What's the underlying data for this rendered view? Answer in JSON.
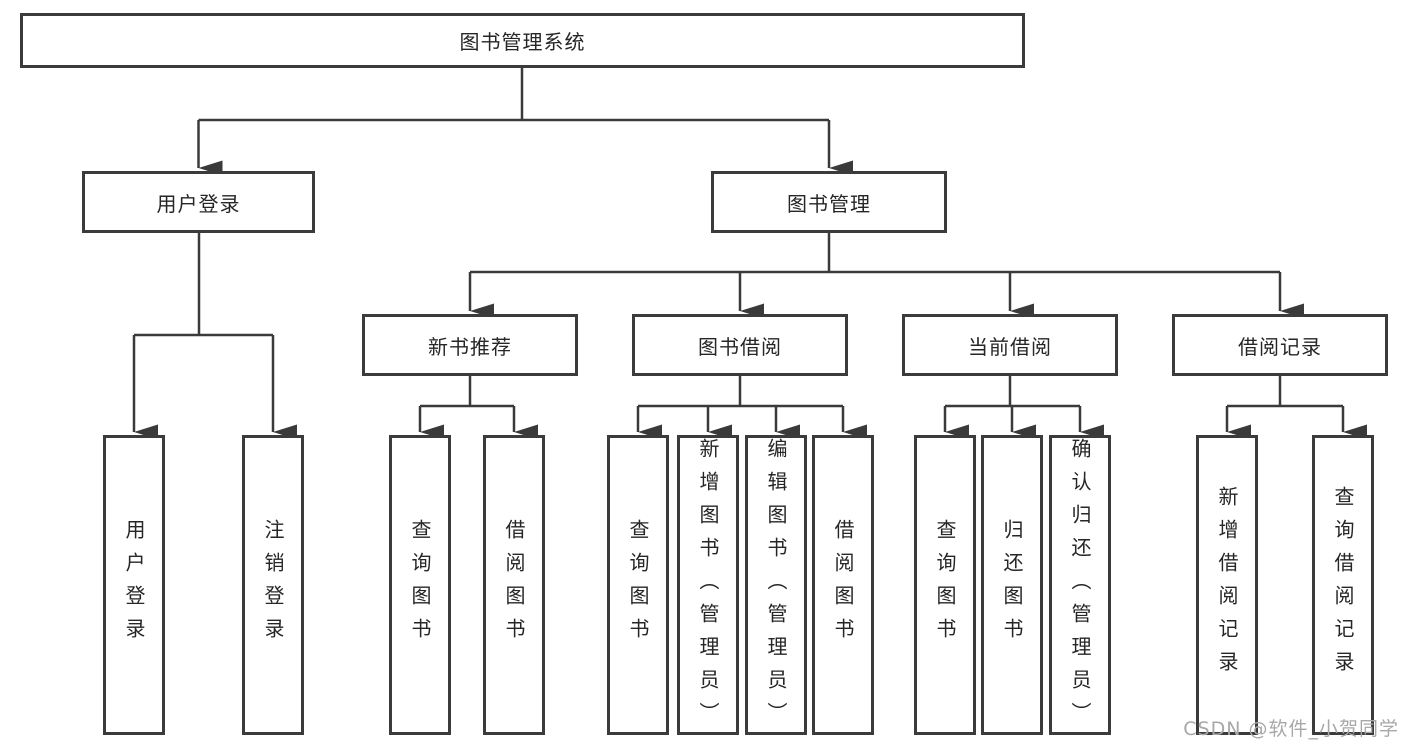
{
  "page": {
    "background": "#ffffff"
  },
  "colors": {
    "box_border": "#3b3b3b",
    "connector_line": "#3a3a3a",
    "text": "#262626",
    "watermark": "#a8a8a8",
    "background": "#ffffff"
  },
  "watermark": {
    "text": "CSDN @软件_小贺同学"
  },
  "diagram": {
    "type": "tree",
    "title": "图书管理系统",
    "nodes": {
      "root": "图书管理系统",
      "user_login": "用户登录",
      "book_mgmt": "图书管理",
      "new_book_rec": "新书推荐",
      "book_borrow": "图书借阅",
      "current_borrow": "当前借阅",
      "borrow_record": "借阅记录",
      "leaf_user_login": "用户登录",
      "leaf_logout": "注销登录",
      "leaf_rec_query_book": "查询图书",
      "leaf_rec_borrow_book": "借阅图书",
      "leaf_bb_query_book": "查询图书",
      "leaf_bb_add_book": "新增图书（管理员）",
      "leaf_bb_edit_book": "编辑图书（管理员）",
      "leaf_bb_borrow_book": "借阅图书",
      "leaf_cur_query_book": "查询图书",
      "leaf_cur_return_book": "归还图书",
      "leaf_cur_confirm_return": "确认归还（管理员）",
      "leaf_rc_add_record": "新增借阅记录",
      "leaf_rc_query_record": "查询借阅记录"
    },
    "edges": [
      [
        "root",
        "user_login"
      ],
      [
        "root",
        "book_mgmt"
      ],
      [
        "user_login",
        "leaf_user_login"
      ],
      [
        "user_login",
        "leaf_logout"
      ],
      [
        "book_mgmt",
        "new_book_rec"
      ],
      [
        "book_mgmt",
        "book_borrow"
      ],
      [
        "book_mgmt",
        "current_borrow"
      ],
      [
        "book_mgmt",
        "borrow_record"
      ],
      [
        "new_book_rec",
        "leaf_rec_query_book"
      ],
      [
        "new_book_rec",
        "leaf_rec_borrow_book"
      ],
      [
        "book_borrow",
        "leaf_bb_query_book"
      ],
      [
        "book_borrow",
        "leaf_bb_add_book"
      ],
      [
        "book_borrow",
        "leaf_bb_edit_book"
      ],
      [
        "book_borrow",
        "leaf_bb_borrow_book"
      ],
      [
        "current_borrow",
        "leaf_cur_query_book"
      ],
      [
        "current_borrow",
        "leaf_cur_return_book"
      ],
      [
        "current_borrow",
        "leaf_cur_confirm_return"
      ],
      [
        "borrow_record",
        "leaf_rc_add_record"
      ],
      [
        "borrow_record",
        "leaf_rc_query_record"
      ]
    ]
  }
}
